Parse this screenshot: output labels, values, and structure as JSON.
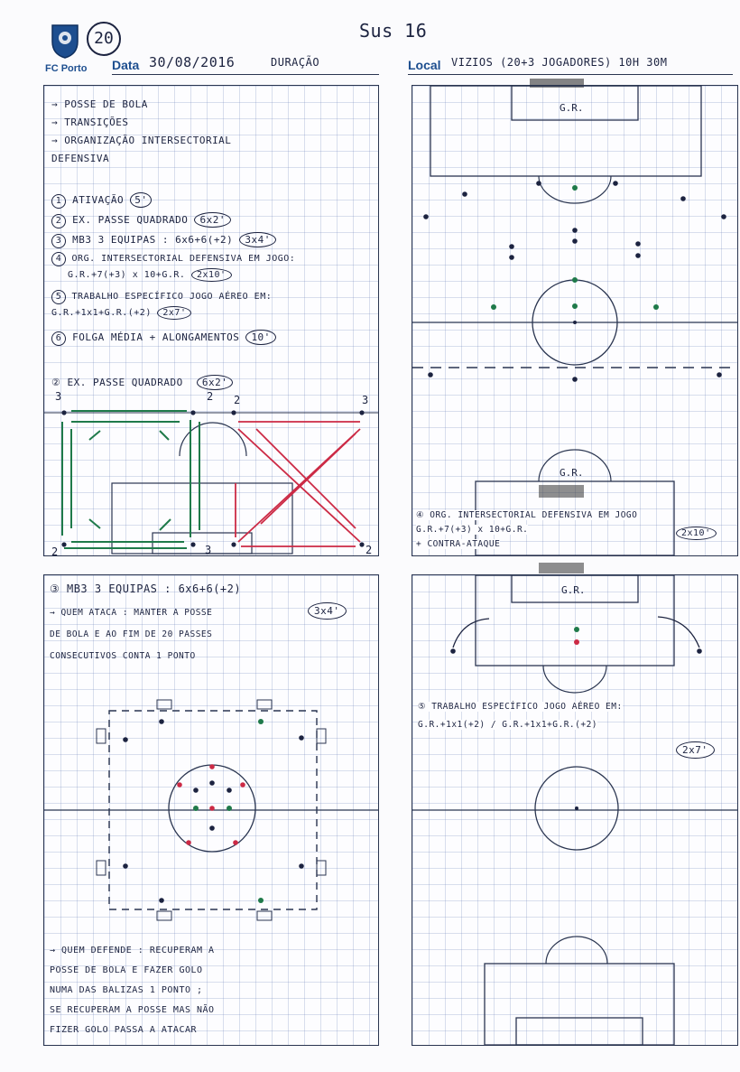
{
  "header": {
    "session_label": "Sus 16",
    "club_number": "20",
    "club_name": "FC Porto",
    "data_label": "Data",
    "date": "30/08/2016",
    "duration_label": "DURAÇÃO",
    "local_label": "Local",
    "local_value": "VIZIOS (20+3 JOGADORES) 10H 30M"
  },
  "objectives": [
    "→ POSSE DE BOLA",
    "→ TRANSIÇÕES",
    "→ ORGANIZAÇÃO INTERSECTORIAL",
    "DEFENSIVA"
  ],
  "exercises": [
    {
      "n": "1",
      "text": "ATIVAÇÃO",
      "dose": "5'"
    },
    {
      "n": "2",
      "text": "EX. PASSE QUADRADO",
      "dose": "6x2'"
    },
    {
      "n": "3",
      "text": "MB3 3 EQUIPAS : 6x6+6(+2)",
      "dose": "3x4'"
    },
    {
      "n": "4",
      "text": "ORG. INTERSECTORIAL DEFENSIVA EM JOGO:",
      "text2": "G.R.+7(+3) x 10+G.R.",
      "dose": "2x10'"
    },
    {
      "n": "5",
      "text": "TRABALHO ESPECÍFICO JOGO AÉREO EM:",
      "text2": "G.R.+1x1+G.R.(+2)",
      "dose": "2x7'"
    },
    {
      "n": "6",
      "text": "FOLGA MÉDIA + ALONGAMENTOS",
      "dose": "10'"
    }
  ],
  "drill2": {
    "title": "② EX. PASSE QUADRADO",
    "dose": "6x2'",
    "corner_numbers": [
      "3",
      "2",
      "2",
      "3",
      "2",
      "3",
      "2"
    ]
  },
  "pitch_top_right": {
    "goal_label_top": "G.R.",
    "goal_label_bottom": "G.R.",
    "caption_1": "④ ORG. INTERSECTORIAL DEFENSIVA EM JOGO",
    "caption_2": "G.R.+7(+3) x 10+G.R.",
    "caption_3": "+ CONTRA-ATAQUE",
    "dose": "2x10'"
  },
  "drill3": {
    "line1": "③ MB3 3 EQUIPAS : 6x6+6(+2)",
    "line2": "→ QUEM ATACA : MANTER A POSSE",
    "dose": "3x4'",
    "line3": "DE BOLA E AO FIM DE 20 PASSES",
    "line4": "CONSECUTIVOS CONTA 1 PONTO",
    "footer_1": "→ QUEM DEFENDE : RECUPERAM A",
    "footer_2": "POSSE DE BOLA E FAZER GOLO",
    "footer_3": "NUMA DAS BALIZAS 1 PONTO ;",
    "footer_4": "SE RECUPERAM A POSSE MAS NÃO",
    "footer_5": "FIZER GOLO PASSA A ATACAR"
  },
  "pitch_bottom_right": {
    "goal_label": "G.R.",
    "caption_1": "⑤ TRABALHO ESPECÍFICO JOGO AÉREO EM:",
    "caption_2": "G.R.+1x1(+2) / G.R.+1x1+G.R.(+2)",
    "dose": "2x7'"
  },
  "colors": {
    "ink": "#1c2340",
    "green": "#1f7a4a",
    "red": "#cc2a45",
    "brand_blue": "#1d4e8f",
    "grid": "#7f93c4"
  }
}
